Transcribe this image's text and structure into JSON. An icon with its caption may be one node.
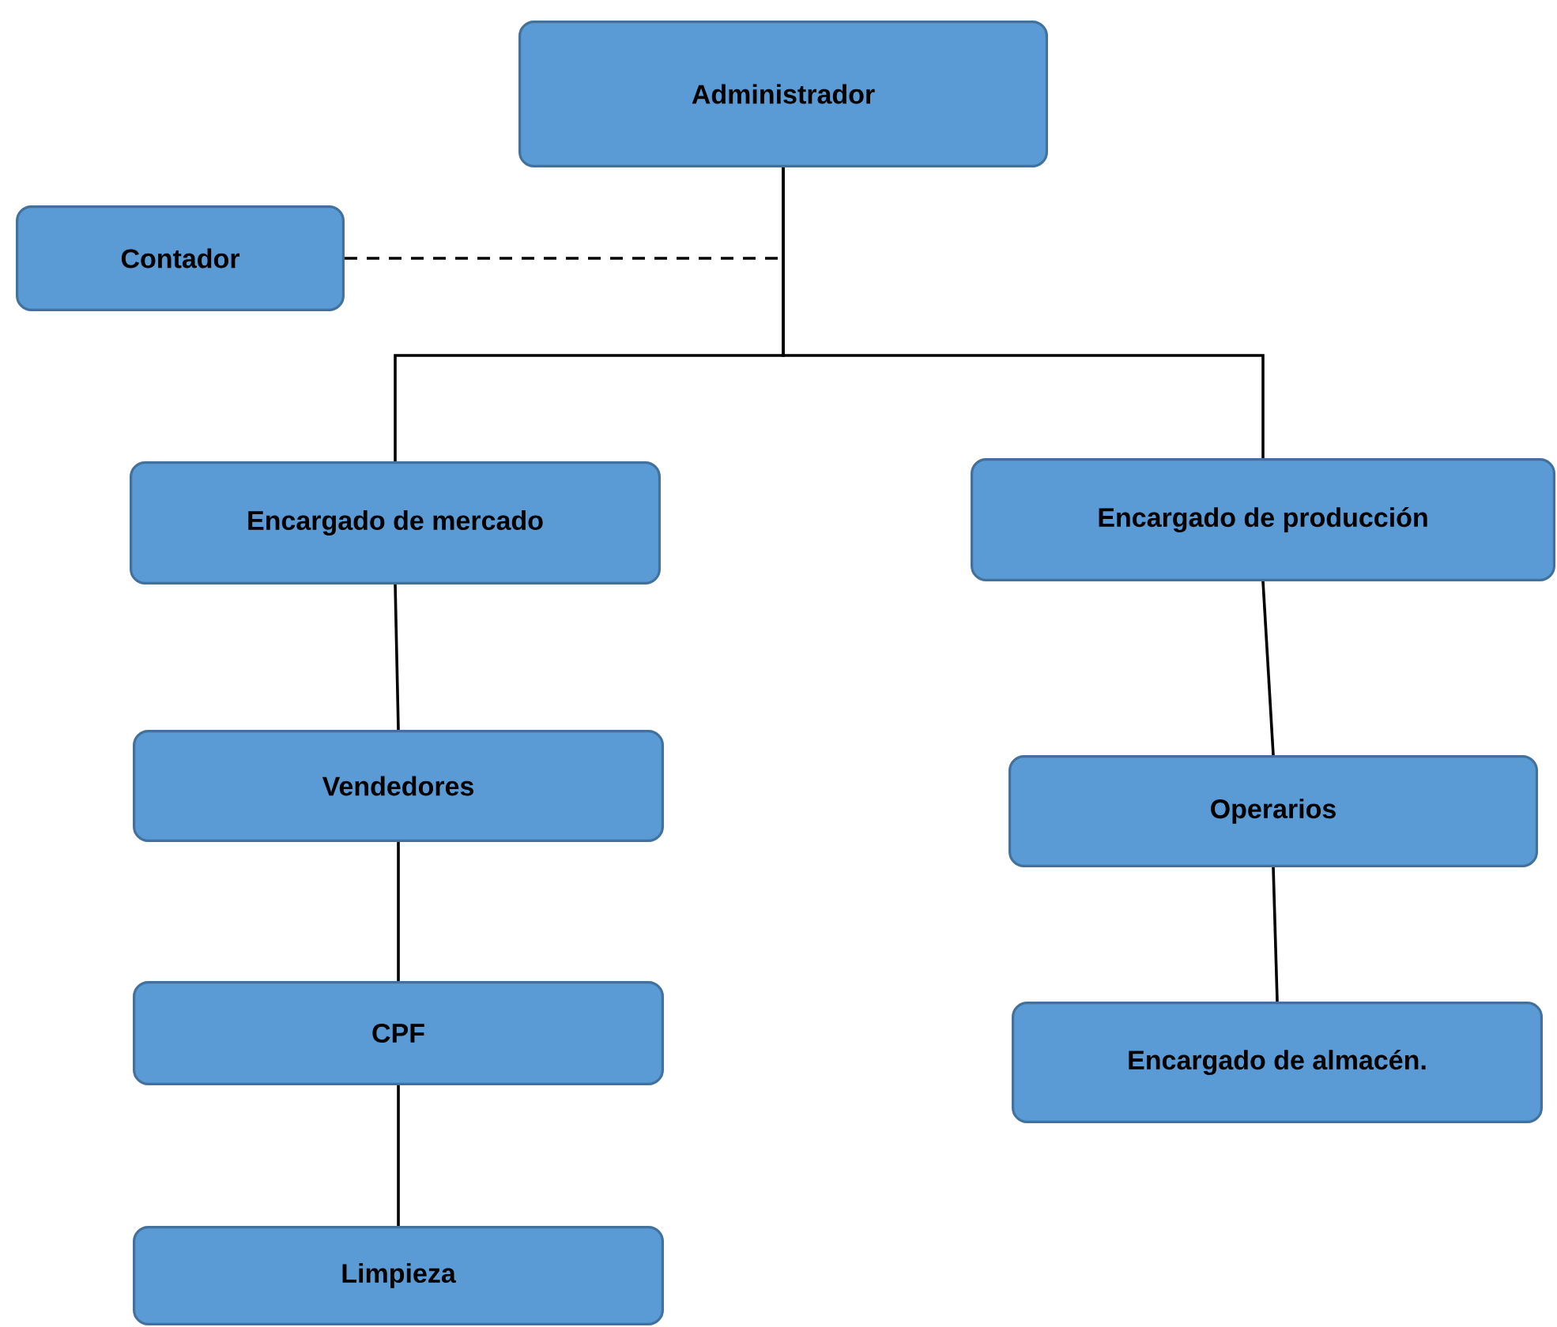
{
  "diagram": {
    "nodes": [
      {
        "text": [
          "Administrador"
        ]
      },
      {
        "text": [
          "Contador"
        ]
      },
      {
        "text": [
          "Encargado de mercado"
        ]
      },
      {
        "text": [
          "Encargado de producción"
        ]
      },
      {
        "text": [
          "Vendedores"
        ]
      },
      {
        "text": [
          "Operarios"
        ]
      },
      {
        "text": [
          "CPF"
        ]
      },
      {
        "text": [
          "Encargado de almacén."
        ]
      },
      {
        "text": [
          "Limpieza"
        ]
      }
    ],
    "edges": [
      {
        "from": 1,
        "to": 0,
        "arrow": "none",
        "style": "dashed"
      },
      {
        "from": 0,
        "to": 2,
        "arrow": "none"
      },
      {
        "from": 0,
        "to": 3,
        "arrow": "none"
      },
      {
        "from": 2,
        "to": 4,
        "arrow": "none"
      },
      {
        "from": 4,
        "to": 6,
        "arrow": "none"
      },
      {
        "from": 6,
        "to": 8,
        "arrow": "none"
      },
      {
        "from": 3,
        "to": 5,
        "arrow": "none"
      },
      {
        "from": 5,
        "to": 7,
        "arrow": "none"
      }
    ]
  }
}
